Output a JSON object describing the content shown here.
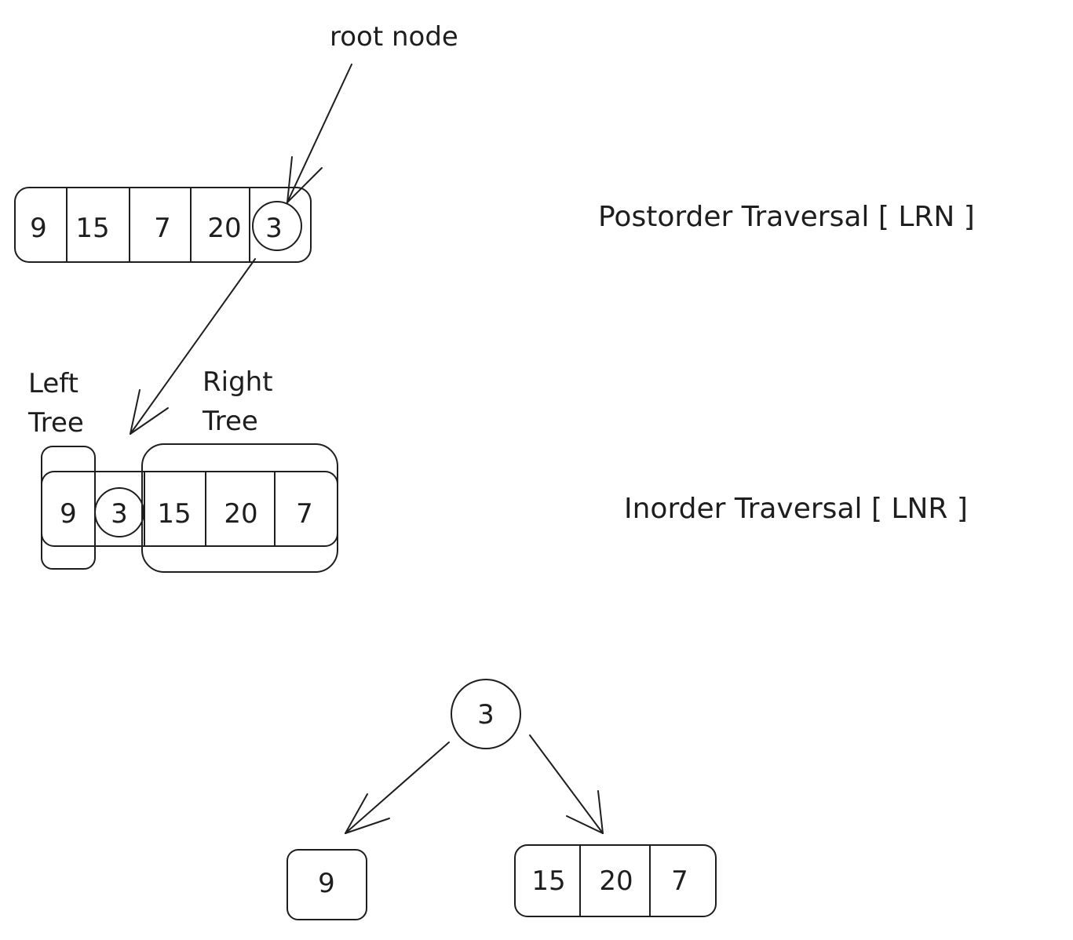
{
  "annotation": {
    "root_label": "root node"
  },
  "postorder": {
    "title": "Postorder Traversal [ LRN ]",
    "cells": [
      "9",
      "15",
      "7",
      "20",
      "3"
    ]
  },
  "inorder": {
    "title": "Inorder Traversal [ LNR ]",
    "cells": [
      "9",
      "3",
      "15",
      "20",
      "7"
    ],
    "left_label_line1": "Left",
    "left_label_line2": "Tree",
    "right_label_line1": "Right",
    "right_label_line2": "Tree"
  },
  "tree": {
    "root": "3",
    "left_child": [
      "9"
    ],
    "right_child": [
      "15",
      "20",
      "7"
    ]
  }
}
